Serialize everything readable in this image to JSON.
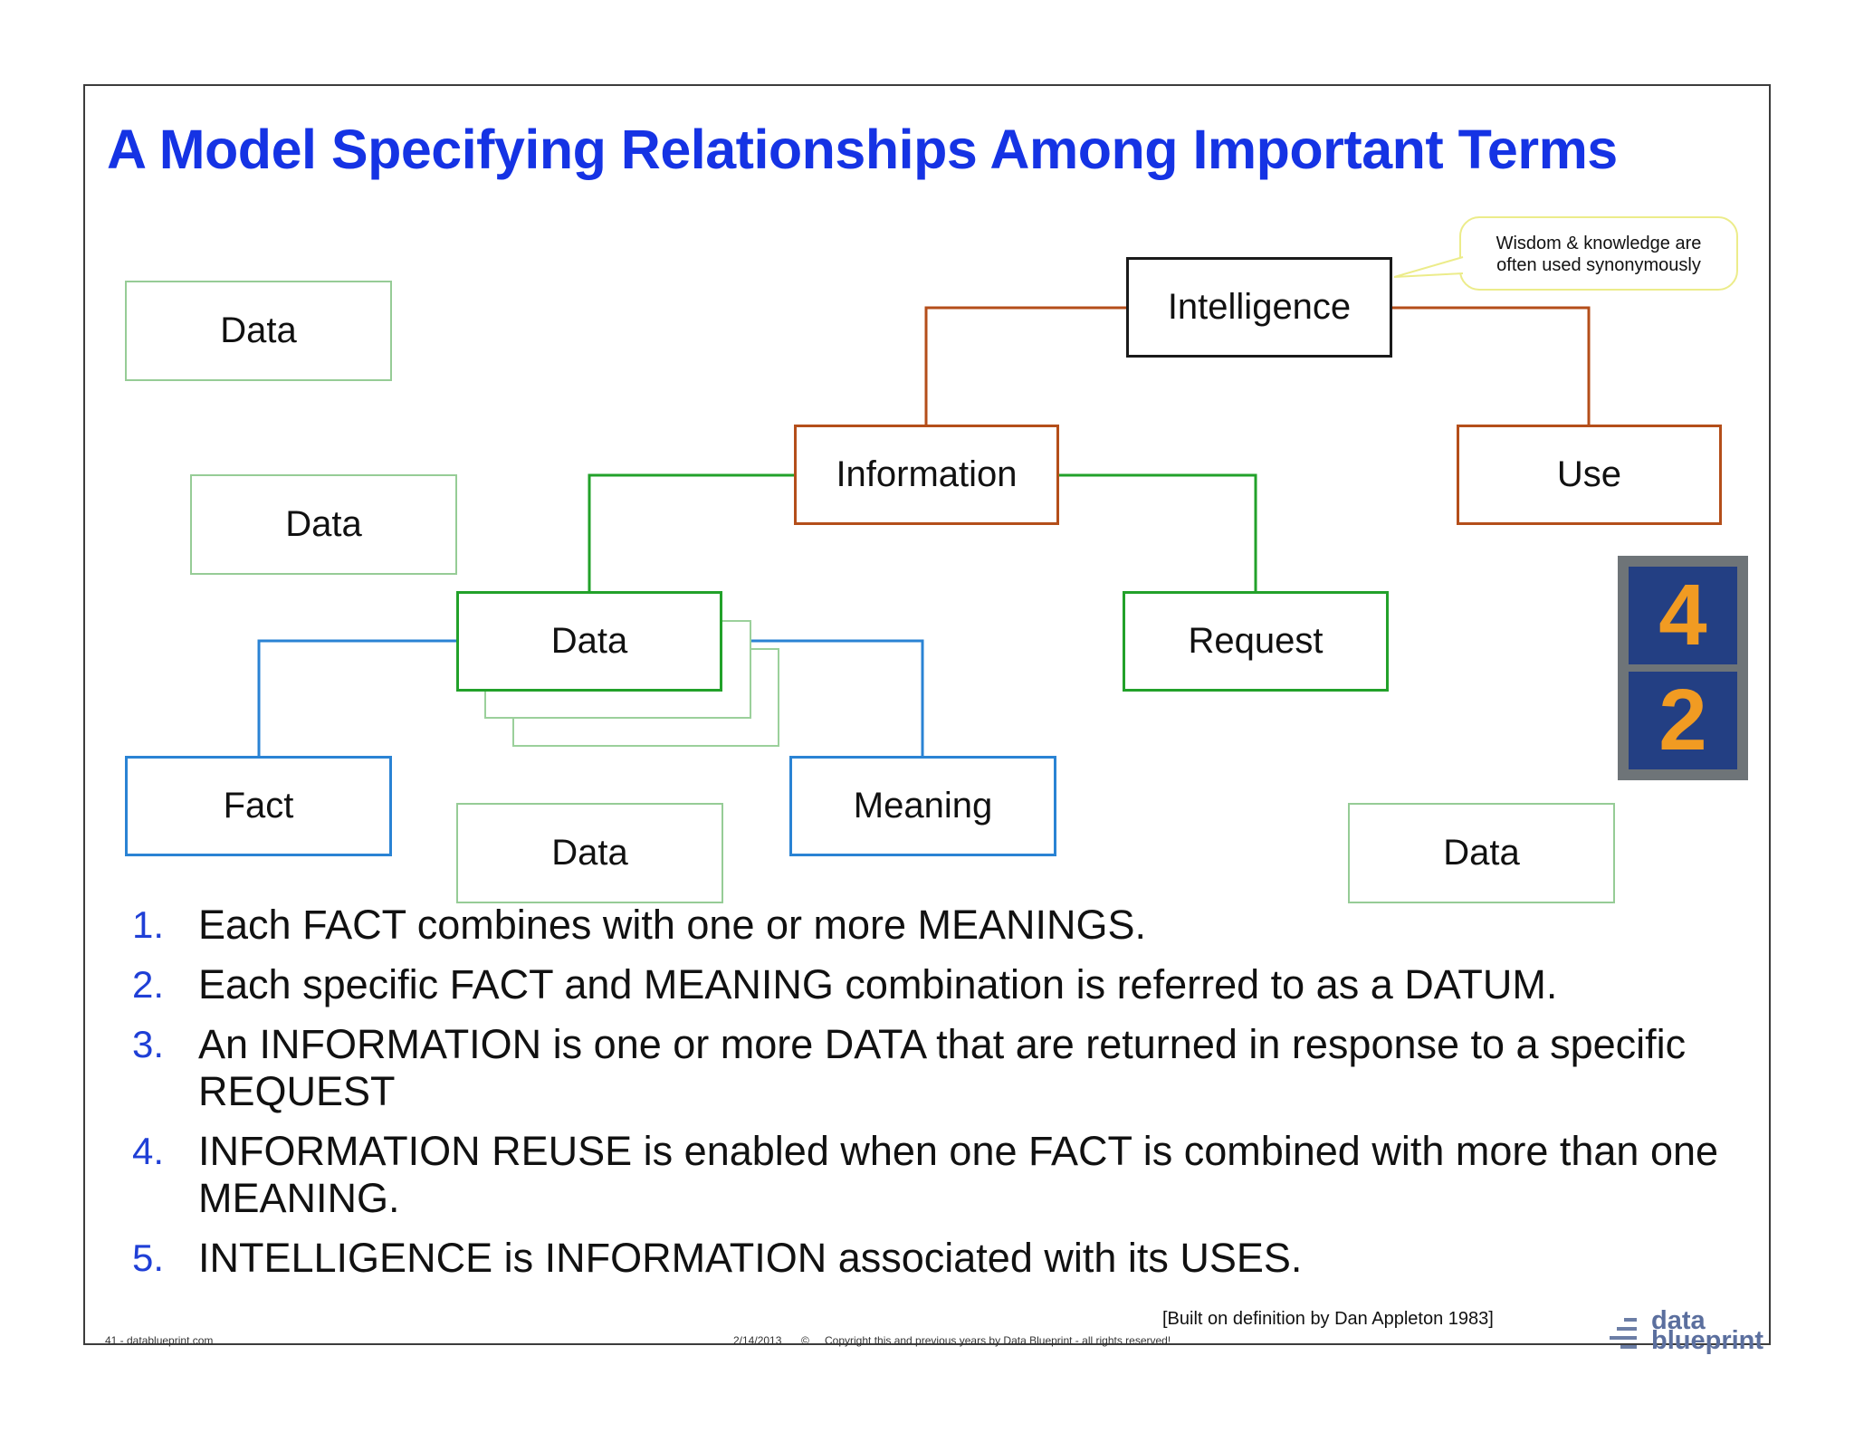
{
  "title": "A Model Specifying Relationships Among Important Terms",
  "nodes": {
    "intelligence": "Intelligence",
    "information": "Information",
    "use": "Use",
    "data_center": "Data",
    "request": "Request",
    "fact": "Fact",
    "meaning": "Meaning",
    "data_ghost_1": "Data",
    "data_ghost_2": "Data",
    "data_ghost_3": "Data",
    "data_ghost_4": "Data"
  },
  "callout": {
    "line1": "Wisdom & knowledge are",
    "line2": "often used synonymously"
  },
  "tile": {
    "top": "4",
    "bottom": "2"
  },
  "points": [
    {
      "num": "1.",
      "text": "Each FACT combines with one or more MEANINGS."
    },
    {
      "num": "2.",
      "text": "Each specific FACT and MEANING combination is referred to as a DATUM."
    },
    {
      "num": "3.",
      "text": "An INFORMATION is one or more DATA that are returned in response to a specific REQUEST"
    },
    {
      "num": "4.",
      "text": "INFORMATION REUSE is enabled when one FACT is combined with more than one MEANING."
    },
    {
      "num": "5.",
      "text": "INTELLIGENCE is INFORMATION associated with its USES."
    }
  ],
  "source_note": "[Built on definition by Dan Appleton 1983]",
  "footer": {
    "page_site": "41  -  datablueprint.com",
    "date": "2/14/2013",
    "copyright_symbol": "©",
    "copyright": "Copyright this and previous years by Data Blueprint  - all rights reserved!"
  },
  "logo": {
    "line1": "data",
    "line2": "blueprint"
  },
  "colors": {
    "title": "#1533e4",
    "intelligence_branch": "#b44e1a",
    "information_branch": "#22a12a",
    "data_branch": "#2a83d4"
  }
}
